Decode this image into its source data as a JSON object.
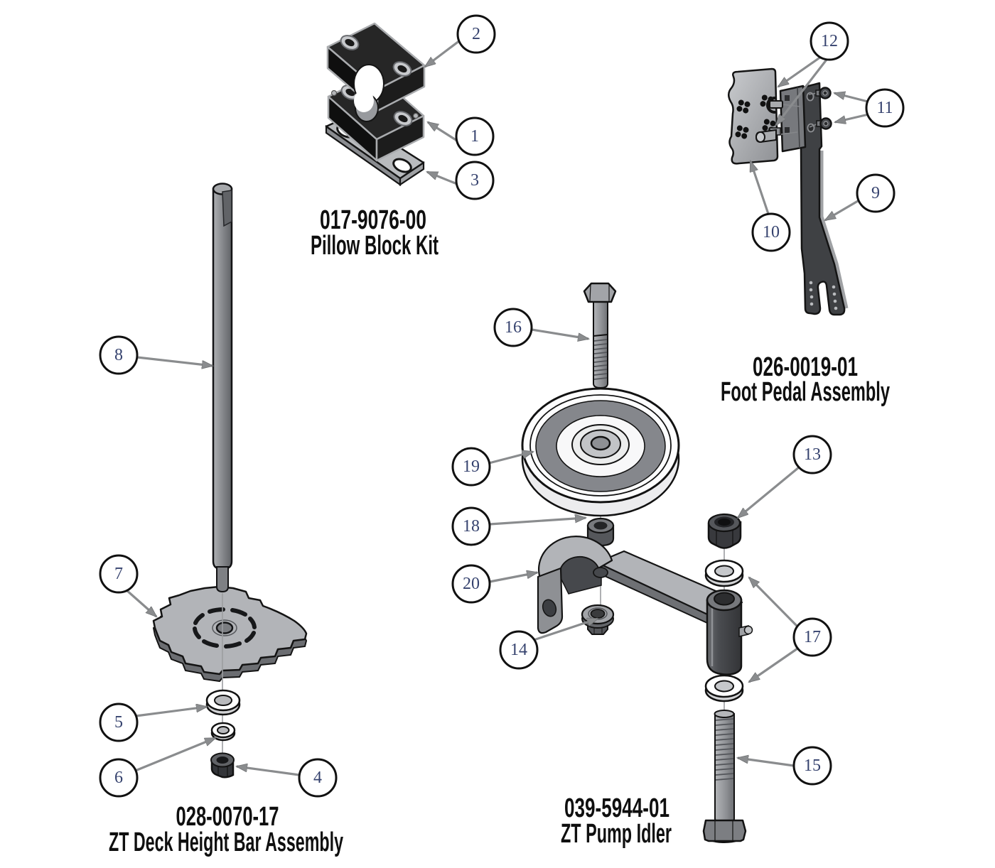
{
  "figure_type": "exploded-parts-diagram",
  "assemblies": [
    {
      "part_number": "017-9076-00",
      "name": "Pillow Block Kit",
      "callouts": [
        "1",
        "2",
        "3"
      ]
    },
    {
      "part_number": "026-0019-01",
      "name": "Foot Pedal Assembly",
      "callouts": [
        "9",
        "10",
        "11",
        "12"
      ]
    },
    {
      "part_number": "028-0070-17",
      "name": "ZT Deck Height Bar Assembly",
      "callouts": [
        "4",
        "5",
        "6",
        "7",
        "8"
      ]
    },
    {
      "part_number": "039-5944-01",
      "name": "ZT Pump Idler",
      "callouts": [
        "13",
        "14",
        "15",
        "16",
        "17",
        "18",
        "19",
        "20"
      ]
    }
  ],
  "callouts": {
    "c1": "1",
    "c2": "2",
    "c3": "3",
    "c4": "4",
    "c5": "5",
    "c6": "6",
    "c7": "7",
    "c8": "8",
    "c9": "9",
    "c10": "10",
    "c11": "11",
    "c12": "12",
    "c13": "13",
    "c14": "14",
    "c15": "15",
    "c16": "16",
    "c17": "17",
    "c18": "18",
    "c19": "19",
    "c20": "20"
  },
  "colors": {
    "background": "#ffffff",
    "outline": "#141414",
    "metal_dark": "#2a2b2d",
    "metal_mid": "#8e9094",
    "metal_light": "#c6c8cb",
    "arrow": "#8a8c8e",
    "balloon_fill": "#ffffff",
    "balloon_stroke": "#111111",
    "balloon_number": "#35426e",
    "label_text": "#0f0f0f"
  }
}
